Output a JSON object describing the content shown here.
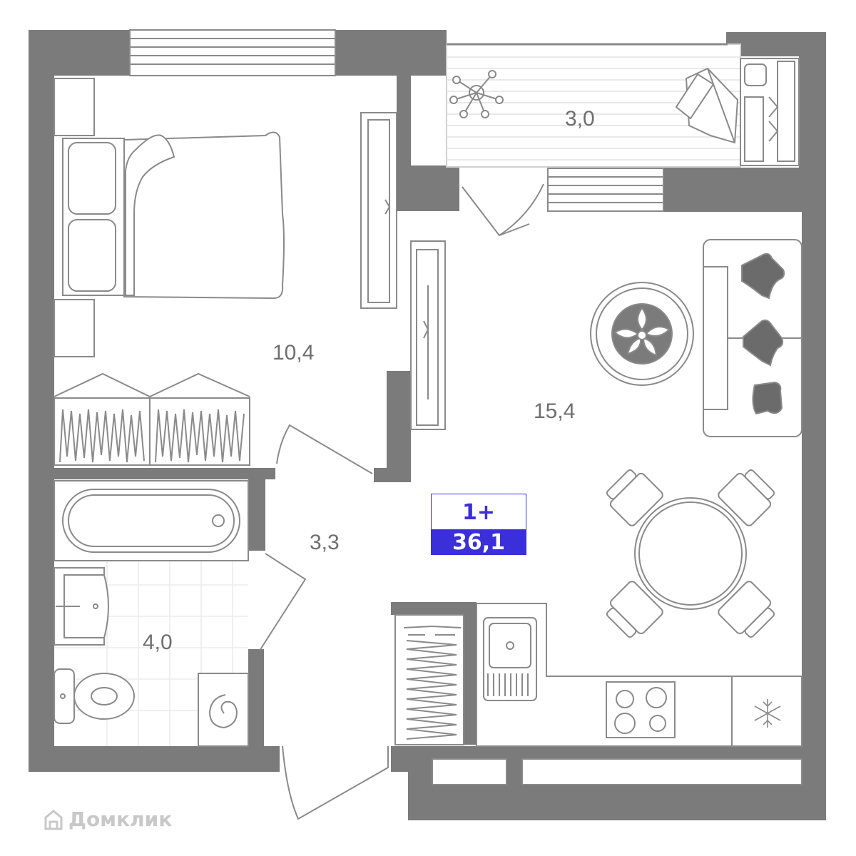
{
  "plan": {
    "rooms": {
      "bedroom": "10,4",
      "balcony": "3,0",
      "living": "15,4",
      "hallway": "3,3",
      "bathroom": "4,0"
    },
    "badge": {
      "rooms": "1+",
      "total_area": "36,1"
    },
    "colors": {
      "wall": "#7b7b7b",
      "line": "#8a8a8a",
      "accent": "#3a2fd8",
      "cushion": "#6b6b6b"
    },
    "icons": [
      "bed-icon",
      "wardrobe-icon",
      "bathtub-icon",
      "sink-icon",
      "toilet-icon",
      "washing-machine-icon",
      "sofa-icon",
      "coffee-table-icon",
      "dining-table-icon",
      "kitchen-sink-icon",
      "stove-icon",
      "fridge-icon",
      "balcony-chair-icon",
      "plant-icon",
      "tv-icon"
    ]
  },
  "watermark": "Домклик"
}
